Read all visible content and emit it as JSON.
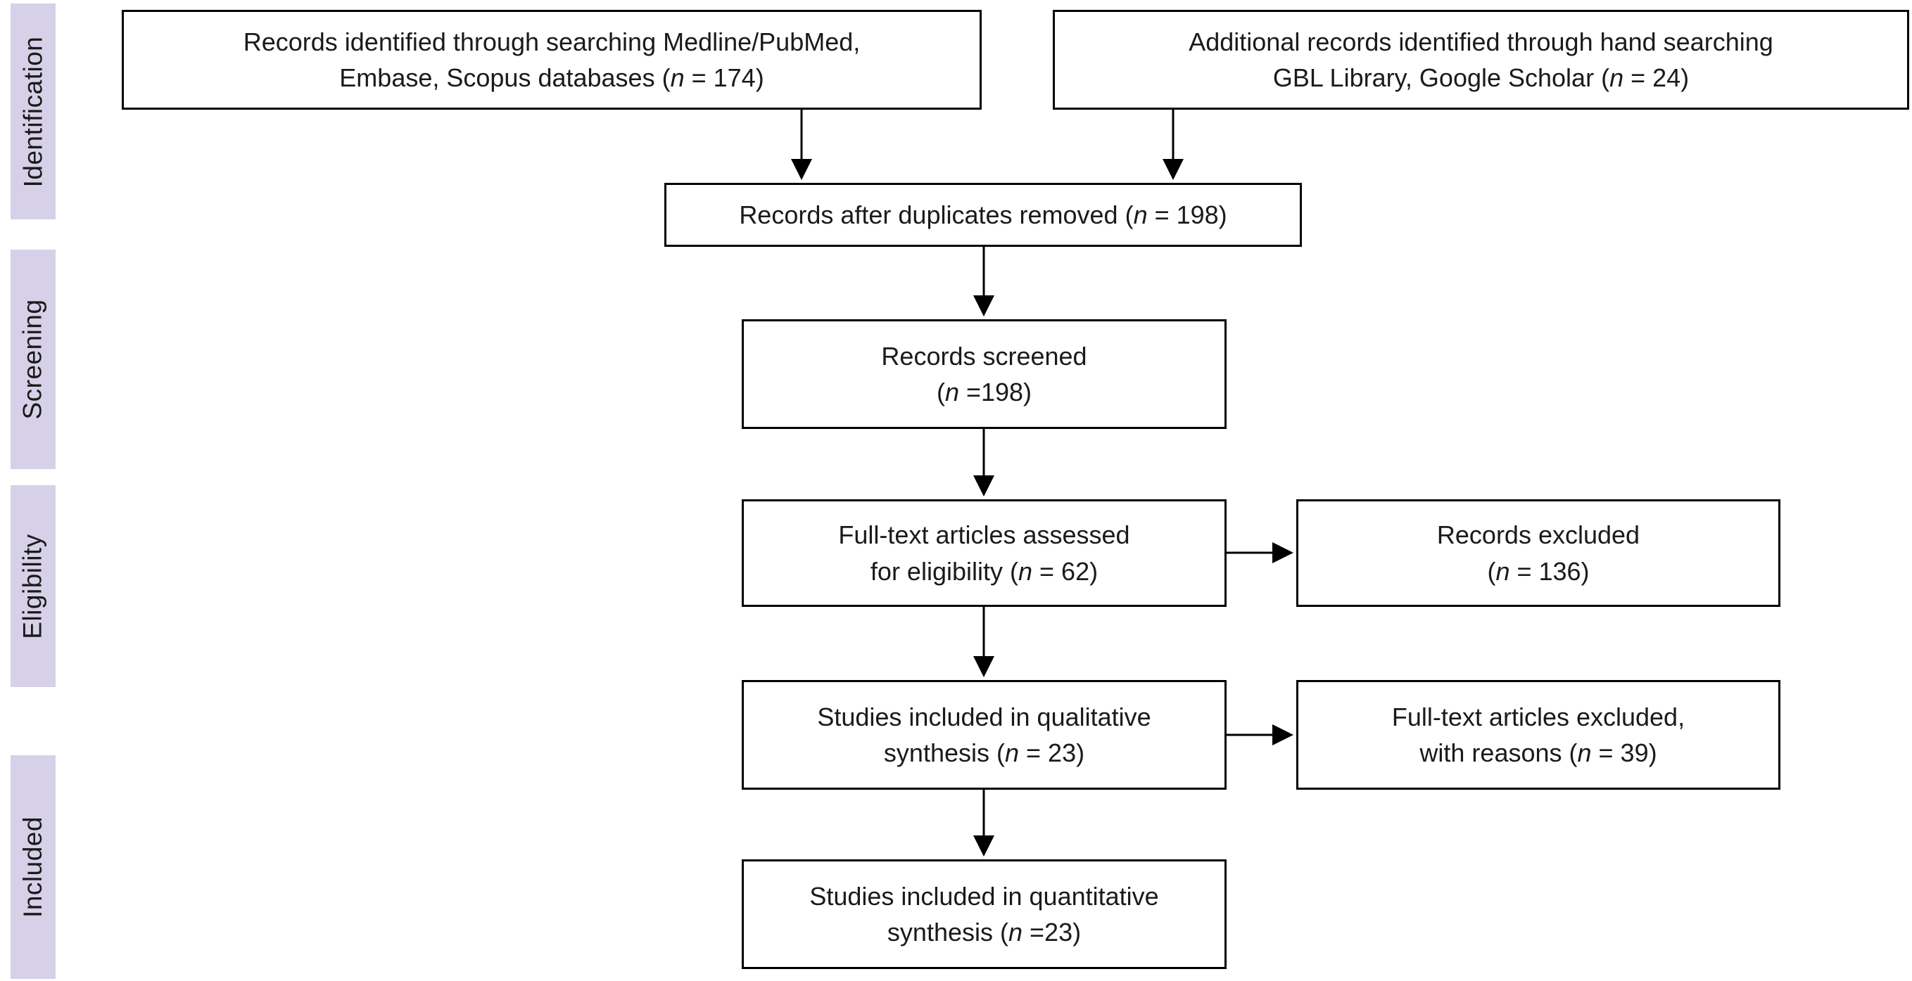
{
  "diagram": {
    "type": "prisma-flowchart",
    "stages": [
      {
        "label": "Identification"
      },
      {
        "label": "Screening"
      },
      {
        "label": "Eligibility"
      },
      {
        "label": "Included"
      }
    ],
    "boxes": {
      "identified_db": {
        "lines": [
          "Records identified through searching Medline/PubMed,",
          "Embase, Scopus databases (n = 174)"
        ]
      },
      "identified_hand": {
        "lines": [
          "Additional records identified through hand searching",
          "GBL Library, Google Scholar (n = 24)"
        ]
      },
      "after_duplicates": {
        "lines": [
          "Records after duplicates removed (n = 198)"
        ]
      },
      "screened": {
        "lines": [
          "Records screened",
          "(n =198)"
        ]
      },
      "fulltext_assessed": {
        "lines": [
          "Full-text articles assessed",
          "for eligibility (n = 62)"
        ]
      },
      "records_excluded": {
        "lines": [
          "Records excluded",
          "(n = 136)"
        ]
      },
      "qualitative": {
        "lines": [
          "Studies included in qualitative",
          "synthesis (n = 23)"
        ]
      },
      "fulltext_excluded": {
        "lines": [
          "Full-text articles excluded,",
          "with reasons (n = 39)"
        ]
      },
      "quantitative": {
        "lines": [
          "Studies included in quantitative",
          "synthesis (n =23)"
        ]
      }
    },
    "colors": {
      "stage_label_bg": "#d6d0e8",
      "box_bg": "#ffffff",
      "box_border": "#000000",
      "text": "#1a1a1a",
      "arrow": "#000000"
    }
  }
}
